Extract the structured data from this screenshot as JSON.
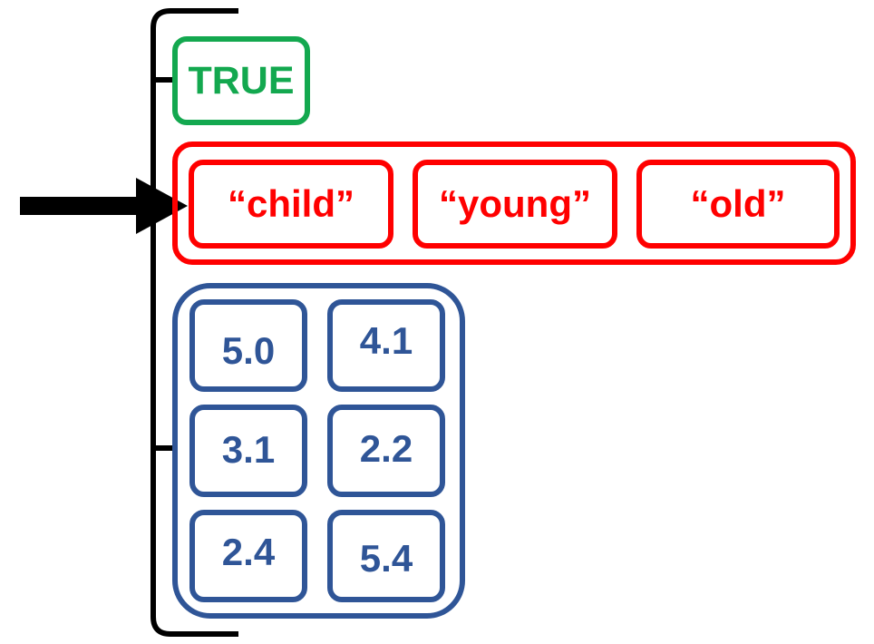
{
  "logical_value": "TRUE",
  "character_values": [
    "“child”",
    "“young”",
    "“old”"
  ],
  "numeric_matrix": [
    [
      "5.0",
      "4.1"
    ],
    [
      "3.1",
      "2.2"
    ],
    [
      "2.4",
      "5.4"
    ]
  ],
  "colors": {
    "logical": "#13a84f",
    "character": "#ff0000",
    "numeric": "#2f5597",
    "bracket": "#000000",
    "arrow": "#000000"
  }
}
